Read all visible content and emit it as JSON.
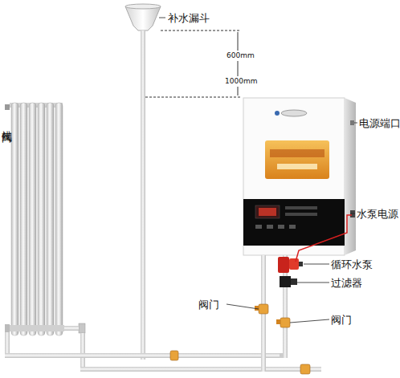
{
  "diagram": {
    "labels": [
      "补水漏斗",
      "600mm",
      "1000mm",
      "电源端口",
      "水泵电源",
      "循环水泵",
      "过滤器",
      "阀门",
      "阀门",
      "排气阀"
    ]
  }
}
